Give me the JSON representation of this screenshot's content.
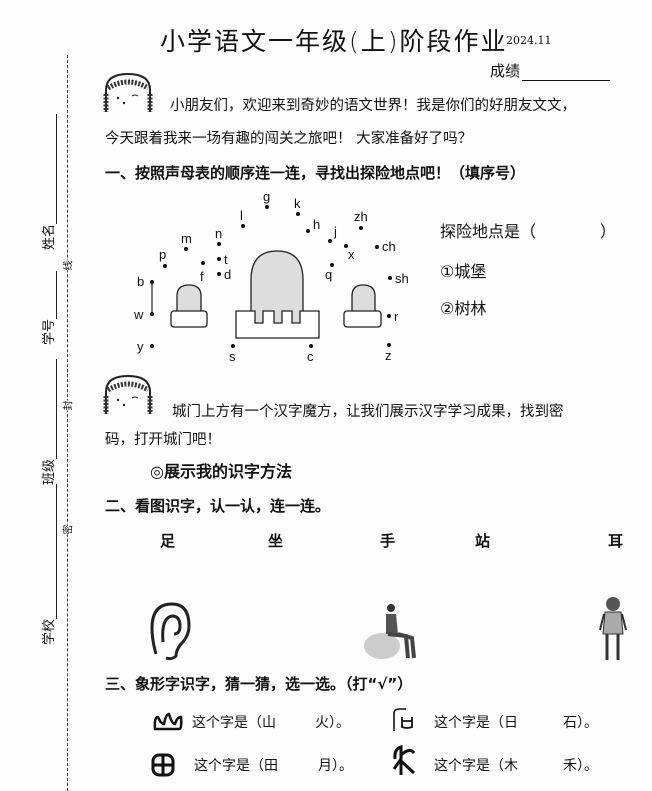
{
  "header": {
    "title": "小学语文一年级(上)阶段作业",
    "date": "2024.11",
    "score_label": "成绩"
  },
  "binding_margin": {
    "name_label": "姓名",
    "student_no_label": "学号",
    "class_label": "班级",
    "school_label": "学校",
    "seal_marks": [
      "线",
      "封",
      "密"
    ]
  },
  "intro": {
    "line1": "小朋友们，欢迎来到奇妙的语文世界！我是你们的好朋友文文，",
    "line2": "今天跟着我来一场有趣的闯关之旅吧！ 大家准备好了吗？"
  },
  "section1": {
    "heading": "一、按照声母表的顺序连一连，寻找出探险地点吧！（填序号）",
    "letters": {
      "g": "g",
      "k": "k",
      "l": "l",
      "h": "h",
      "zh": "zh",
      "j": "j",
      "n": "n",
      "m": "m",
      "x": "x",
      "ch": "ch",
      "p": "p",
      "f": "f",
      "t": "t",
      "d": "d",
      "q": "q",
      "sh": "sh",
      "b": "b",
      "w": "w",
      "r": "r",
      "y": "y",
      "s": "s",
      "c": "c",
      "z": "z"
    },
    "answer_prompt": "探险地点是（　　　　）",
    "options": [
      "①城堡",
      "②树林"
    ]
  },
  "transition": {
    "line1": "城门上方有一个汉字魔方，让我们展示汉字学习成果，找到密",
    "line2": "码，打开城门吧！",
    "subheading": "◎展示我的识字方法"
  },
  "section2": {
    "heading": "二、看图识字，认一认，连一连。",
    "characters": [
      "足",
      "坐",
      "手",
      "站",
      "耳"
    ]
  },
  "section3": {
    "heading": "三、象形字识字，猜一猜，选一选。（打“√”）",
    "items": [
      {
        "prompt": "这个字是（山",
        "alt": "火）。"
      },
      {
        "prompt": "这个字是（日",
        "alt": "石）。"
      },
      {
        "prompt": "这个字是（田",
        "alt": "月）。"
      },
      {
        "prompt": "这个字是（木",
        "alt": "禾）。"
      }
    ]
  }
}
